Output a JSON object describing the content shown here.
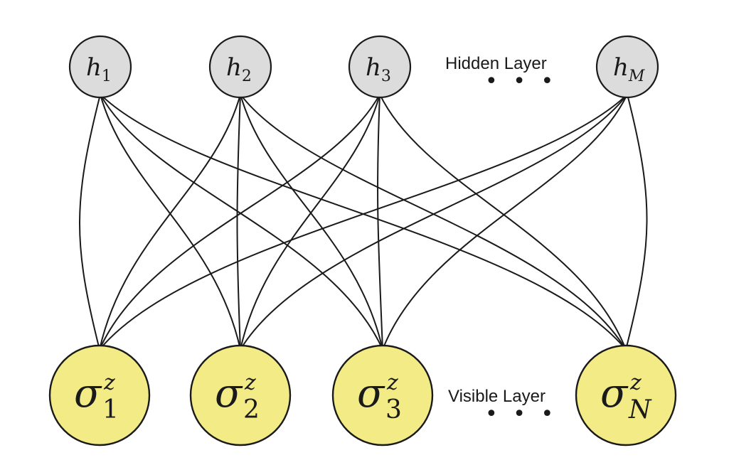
{
  "hidden_layer": {
    "label": "Hidden Layer",
    "ellipsis": "• • •",
    "nodes": [
      {
        "id": "h1",
        "base": "h",
        "sub": "1"
      },
      {
        "id": "h2",
        "base": "h",
        "sub": "2"
      },
      {
        "id": "h3",
        "base": "h",
        "sub": "3"
      },
      {
        "id": "hM",
        "base": "h",
        "sub": "M"
      }
    ],
    "fill": "#dcdcdc"
  },
  "visible_layer": {
    "label": "Visible Layer",
    "ellipsis": "• • •",
    "nodes": [
      {
        "id": "s1",
        "base": "σ",
        "sup": "z",
        "sub": "1"
      },
      {
        "id": "s2",
        "base": "σ",
        "sup": "z",
        "sub": "2"
      },
      {
        "id": "s3",
        "base": "σ",
        "sup": "z",
        "sub": "3"
      },
      {
        "id": "sN",
        "base": "σ",
        "sup": "z",
        "sub": "N"
      }
    ],
    "fill": "#f2eb86"
  },
  "connectivity": "fully-connected"
}
